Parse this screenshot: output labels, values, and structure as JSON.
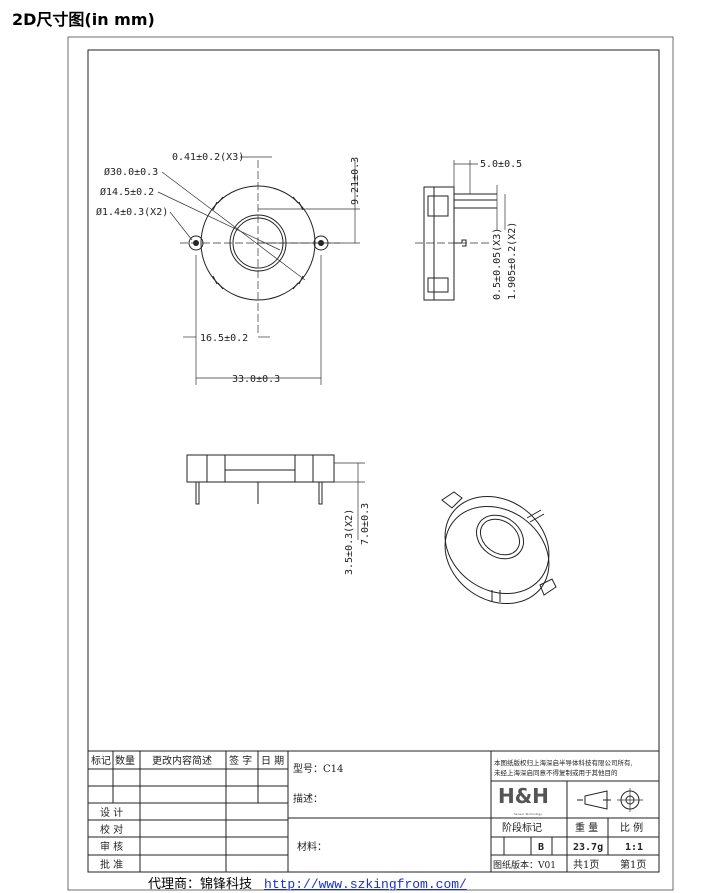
{
  "title": "2D尺寸图(in mm)",
  "dimensions": {
    "d1": "0.41±0.2(X3)",
    "d2": "Ø30.0±0.3",
    "d3": "Ø14.5±0.2",
    "d4": "Ø1.4±0.3(X2)",
    "d5": "9.21±0.3",
    "d6": "16.5±0.2",
    "d7": "33.0±0.3",
    "d8": "5.0±0.5",
    "d9": "0.5±0.05(X3)",
    "d10": "1.905±0.2(X2)",
    "d11": "3.5±0.3(X2)",
    "d12": "7.0±0.3"
  },
  "title_block": {
    "headers": [
      "标记",
      "数量",
      "更改内容简述",
      "签 字",
      "日 期"
    ],
    "roles": [
      "设 计",
      "校 对",
      "审 核",
      "批 准"
    ],
    "model": "型号：C14",
    "description": "描述：",
    "material": "材料：",
    "copyright1": "本图纸版权归上海深启半导体科技有限公司所有,",
    "copyright2": "未经上海深启同意不得复制或用于其他目的",
    "logo": "H&H",
    "logo_sub": "Sensor Technology",
    "stage": "阶段标记",
    "weight_label": "重 量",
    "scale_label": "比 例",
    "stage_value": "B",
    "weight": "23.7g",
    "scale": "1:1",
    "version": "图纸版本：V01",
    "total_pages": "共1页",
    "page": "第1页"
  },
  "agent": {
    "label": "代理商：锦锋科技",
    "url": "http://www.szkingfrom.com/"
  }
}
